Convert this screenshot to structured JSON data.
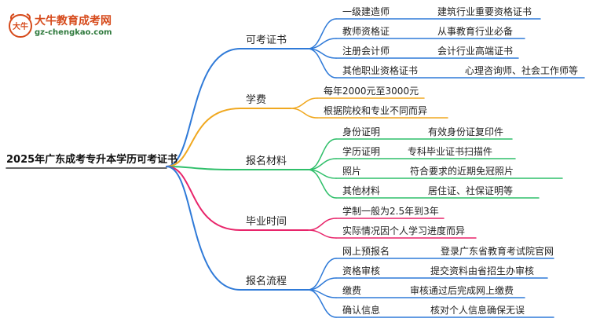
{
  "logo": {
    "title": "大牛教育成考网",
    "url": "gz-chengkao.com",
    "mark": "大牛"
  },
  "root": "2025年广东成考专升本学历可考证书",
  "branches": [
    {
      "label": "可考证书",
      "color": "#2f7ad8",
      "children": [
        {
          "name": "一级建造师",
          "desc": "建筑行业重要资格证书"
        },
        {
          "name": "教师资格证",
          "desc": "从事教育行业必备"
        },
        {
          "name": "注册会计师",
          "desc": "会计行业高端证书"
        },
        {
          "name": "其他职业资格证书",
          "desc": "心理咨询师、社会工作师等"
        }
      ]
    },
    {
      "label": "学费",
      "color": "#f0a820",
      "children": [
        {
          "name": "每年2000元至3000元",
          "desc": ""
        },
        {
          "name": "根据院校和专业不同而异",
          "desc": ""
        }
      ]
    },
    {
      "label": "报名材料",
      "color": "#2fbf6a",
      "children": [
        {
          "name": "身份证明",
          "desc": "有效身份证复印件"
        },
        {
          "name": "学历证明",
          "desc": "专科毕业证书扫描件"
        },
        {
          "name": "照片",
          "desc": "符合要求的近期免冠照片"
        },
        {
          "name": "其他材料",
          "desc": "居住证、社保证明等"
        }
      ]
    },
    {
      "label": "毕业时间",
      "color": "#e8246a",
      "children": [
        {
          "name": "学制一般为2.5年到3年",
          "desc": ""
        },
        {
          "name": "实际情况因个人学习进度而异",
          "desc": ""
        }
      ]
    },
    {
      "label": "报名流程",
      "color": "#2f7ad8",
      "children": [
        {
          "name": "网上预报名",
          "desc": "登录广东省教育考试院官网"
        },
        {
          "name": "资格审核",
          "desc": "提交资料由省招生办审核"
        },
        {
          "name": "缴费",
          "desc": "审核通过后完成网上缴费"
        },
        {
          "name": "确认信息",
          "desc": "核对个人信息确保无误"
        }
      ]
    }
  ]
}
